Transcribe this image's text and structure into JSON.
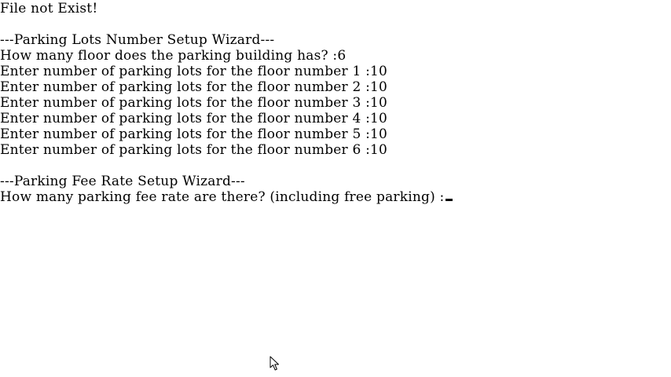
{
  "console": {
    "lines": [
      "File not Exist!",
      "",
      "---Parking Lots Number Setup Wizard---",
      "How many floor does the parking building has? :6",
      "Enter number of parking lots for the floor number 1 :10",
      "Enter number of parking lots for the floor number 2 :10",
      "Enter number of parking lots for the floor number 3 :10",
      "Enter number of parking lots for the floor number 4 :10",
      "Enter number of parking lots for the floor number 5 :10",
      "Enter number of parking lots for the floor number 6 :10",
      "",
      "---Parking Fee Rate Setup Wizard---"
    ],
    "prompt": "How many parking fee rate are there? (including free parking) :"
  },
  "icons": {
    "cursor": "text-cursor-icon",
    "pointer": "mouse-pointer-icon"
  }
}
